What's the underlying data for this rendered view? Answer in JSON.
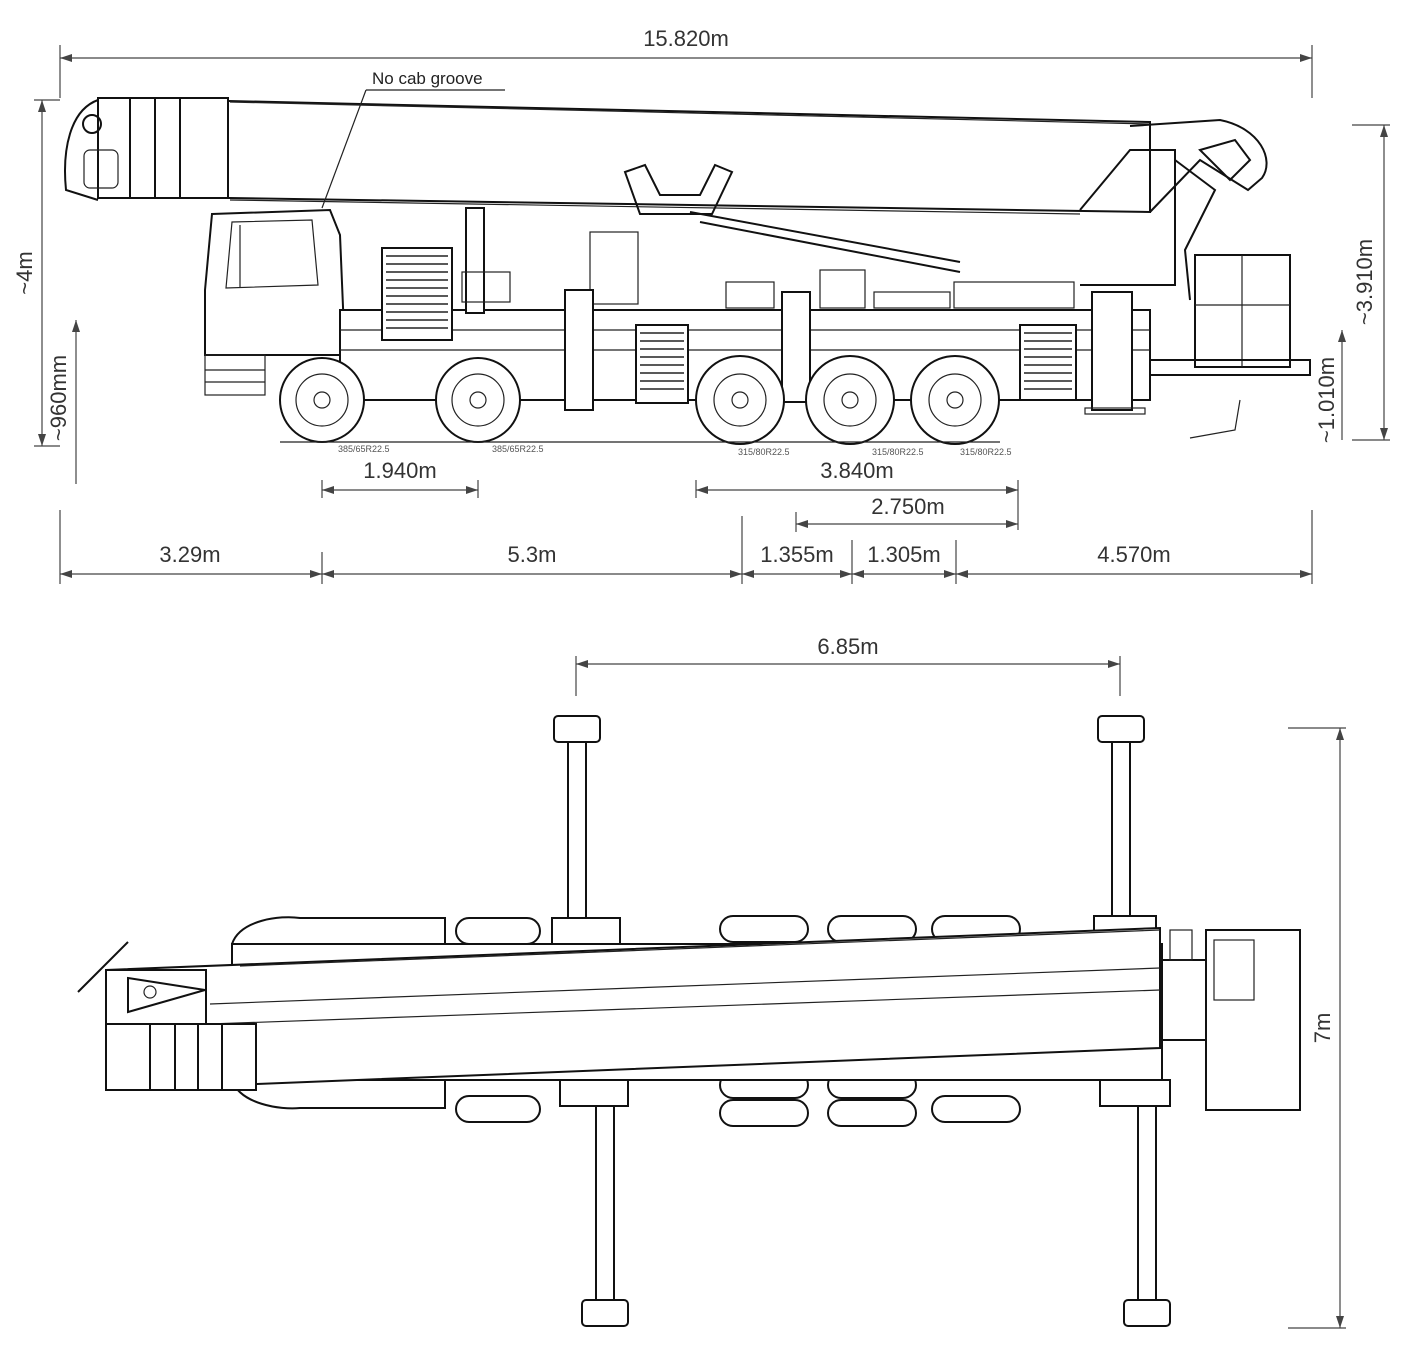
{
  "side_view": {
    "overall_length": "15.820m",
    "note_cab_groove": "No cab groove",
    "height_total": "~4m",
    "height_outrigger": "~3.910m",
    "ground_clearance_front": "~960mm",
    "ground_clearance_rear": "~1.010m",
    "front_axle_spacing": "1.940m",
    "rear_axle_span": "3.840m",
    "rear_axle_inner_span": "2.750m",
    "segment_1": "3.29m",
    "segment_2": "5.3m",
    "segment_3": "1.355m",
    "segment_4": "1.305m",
    "segment_5": "4.570m",
    "tire_labels": [
      "385/65R22.5",
      "385/65R22.5",
      "315/80R22.5",
      "315/80R22.5",
      "315/80R22.5"
    ]
  },
  "top_view": {
    "outrigger_longitudinal_span": "6.85m",
    "outrigger_transverse_span": "7m"
  }
}
